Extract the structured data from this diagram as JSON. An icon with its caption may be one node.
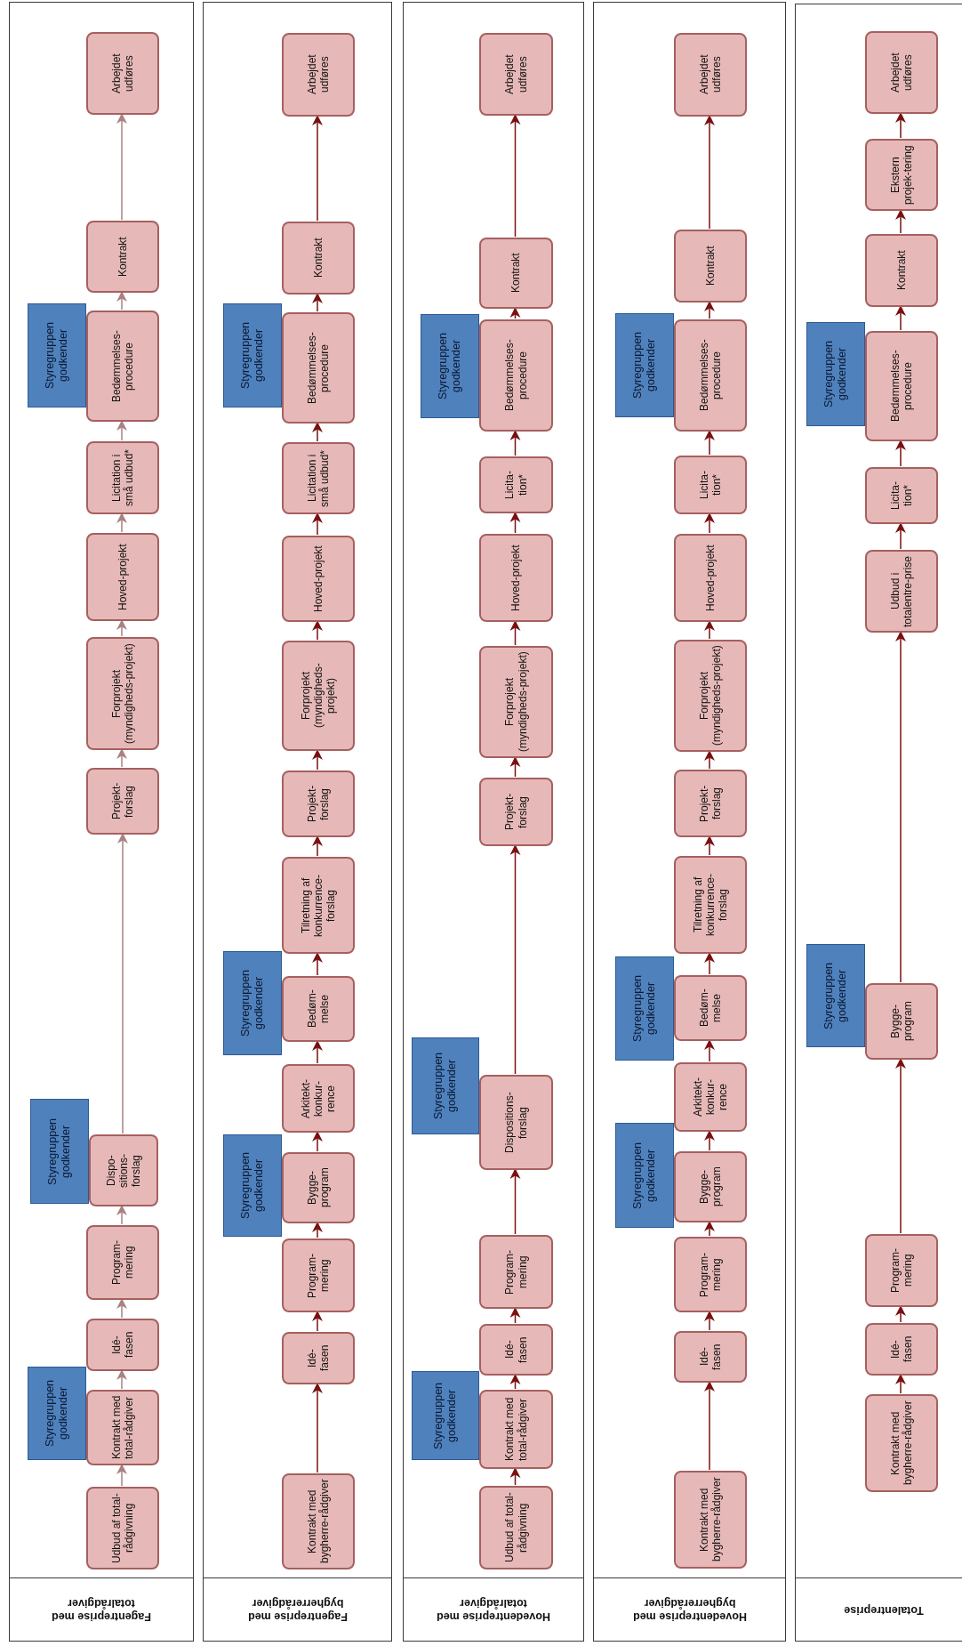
{
  "diagram": {
    "nodes": [
      {
        "text": [
          "Fagentreprise med totalrådgiver"
        ]
      },
      {
        "text": [
          "Udbud af total-rådgivning"
        ],
        "in": 0
      },
      {
        "text": [
          "Kontrakt med total-rådgiver"
        ],
        "in": 0
      },
      {
        "text": [
          "Styregruppen godkender"
        ],
        "in": 0
      },
      {
        "text": [
          "Idé-fasen"
        ],
        "in": 0
      },
      {
        "text": [
          "Program-mering"
        ],
        "in": 0
      },
      {
        "text": [
          "Dispo-sitions-forslag"
        ],
        "in": 0
      },
      {
        "text": [
          "Styregruppen godkender"
        ],
        "in": 0
      },
      {
        "text": [
          "Projekt-forslag"
        ],
        "in": 0
      },
      {
        "text": [
          "Forprojekt (myndigheds-projekt)"
        ],
        "in": 0
      },
      {
        "text": [
          "Hoved-projekt"
        ],
        "in": 0
      },
      {
        "text": [
          "Licitation i små udbud*"
        ],
        "in": 0
      },
      {
        "text": [
          "Bedømmelses-procedure"
        ],
        "in": 0
      },
      {
        "text": [
          "Styregruppen godkender"
        ],
        "in": 0
      },
      {
        "text": [
          "Kontrakt"
        ],
        "in": 0
      },
      {
        "text": [
          "Arbejdet udføres"
        ],
        "in": 0
      },
      {
        "text": [
          "Fagentreprise med bygherrerådgiver"
        ]
      },
      {
        "text": [
          "Kontrakt med bygherre-rådgiver"
        ],
        "in": 16
      },
      {
        "text": [
          "Idé-fasen"
        ],
        "in": 16
      },
      {
        "text": [
          "Program-mering"
        ],
        "in": 16
      },
      {
        "text": [
          "Bygge-program"
        ],
        "in": 16
      },
      {
        "text": [
          "Styregruppen godkender"
        ],
        "in": 16
      },
      {
        "text": [
          "Arkitekt-konkur-rence"
        ],
        "in": 16
      },
      {
        "text": [
          "Bedøm-melse"
        ],
        "in": 16
      },
      {
        "text": [
          "Styregruppen godkender"
        ],
        "in": 16
      },
      {
        "text": [
          "Tilretning af konkurrence-forslag"
        ],
        "in": 16
      },
      {
        "text": [
          "Projekt-forslag"
        ],
        "in": 16
      },
      {
        "text": [
          "Forprojekt (myndigheds-projekt)"
        ],
        "in": 16
      },
      {
        "text": [
          "Hoved-projekt"
        ],
        "in": 16
      },
      {
        "text": [
          "Licitation i små udbud*"
        ],
        "in": 16
      },
      {
        "text": [
          "Bedømmelses-procedure"
        ],
        "in": 16
      },
      {
        "text": [
          "Styregruppen godkender"
        ],
        "in": 16
      },
      {
        "text": [
          "Kontrakt"
        ],
        "in": 16
      },
      {
        "text": [
          "Arbejdet udføres"
        ],
        "in": 16
      },
      {
        "text": [
          "Hovedentreprise med totalrådgiver"
        ]
      },
      {
        "text": [
          "Udbud af total-rådgivning"
        ],
        "in": 34
      },
      {
        "text": [
          "Kontrakt med total-rådgiver"
        ],
        "in": 34
      },
      {
        "text": [
          "Styregruppen godkender"
        ],
        "in": 34
      },
      {
        "text": [
          "Idé-fasen"
        ],
        "in": 34
      },
      {
        "text": [
          "Program-mering"
        ],
        "in": 34
      },
      {
        "text": [
          "Dispositions-forslag"
        ],
        "in": 34
      },
      {
        "text": [
          "Styregruppen godkender"
        ],
        "in": 34
      },
      {
        "text": [
          "Projekt-forslag"
        ],
        "in": 34
      },
      {
        "text": [
          "Forprojekt (myndigheds-projekt)"
        ],
        "in": 34
      },
      {
        "text": [
          "Hoved-projekt"
        ],
        "in": 34
      },
      {
        "text": [
          "Licita-tion*"
        ],
        "in": 34
      },
      {
        "text": [
          "Bedømmelses-procedure"
        ],
        "in": 34
      },
      {
        "text": [
          "Styregruppen godkender"
        ],
        "in": 34
      },
      {
        "text": [
          "Kontrakt"
        ],
        "in": 34
      },
      {
        "text": [
          "Arbejdet udføres"
        ],
        "in": 34
      },
      {
        "text": [
          "Hovedentreprise med bygherrerådgiver"
        ]
      },
      {
        "text": [
          "Kontrakt med bygherre-rådgiver"
        ],
        "in": 50
      },
      {
        "text": [
          "Idé-fasen"
        ],
        "in": 50
      },
      {
        "text": [
          "Program-mering"
        ],
        "in": 50
      },
      {
        "text": [
          "Bygge-program"
        ],
        "in": 50
      },
      {
        "text": [
          "Styregruppen godkender"
        ],
        "in": 50
      },
      {
        "text": [
          "Arkitekt-konkur-rence"
        ],
        "in": 50
      },
      {
        "text": [
          "Bedøm-melse"
        ],
        "in": 50
      },
      {
        "text": [
          "Styregruppen godkender"
        ],
        "in": 50
      },
      {
        "text": [
          "Tilretning af konkurrence-forslag"
        ],
        "in": 50
      },
      {
        "text": [
          "Projekt-forslag"
        ],
        "in": 50
      },
      {
        "text": [
          "Forprojekt (myndigheds-projekt)"
        ],
        "in": 50
      },
      {
        "text": [
          "Hoved-projekt"
        ],
        "in": 50
      },
      {
        "text": [
          "Licita-tion*"
        ],
        "in": 50
      },
      {
        "text": [
          "Bedømmelses-procedure"
        ],
        "in": 50
      },
      {
        "text": [
          "Styregruppen godkender"
        ],
        "in": 50
      },
      {
        "text": [
          "Kontrakt"
        ],
        "in": 50
      },
      {
        "text": [
          "Arbejdet udføres"
        ],
        "in": 50
      },
      {
        "text": [
          "Totalentreprise"
        ]
      },
      {
        "text": [
          "Kontrakt med bygherre-rådgiver"
        ],
        "in": 68
      },
      {
        "text": [
          "Idé-fasen"
        ],
        "in": 68
      },
      {
        "text": [
          "Program-mering"
        ],
        "in": 68
      },
      {
        "text": [
          "Bygge-program"
        ],
        "in": 68
      },
      {
        "text": [
          "Styregruppen godkender"
        ],
        "in": 68
      },
      {
        "text": [
          "Udbud i totalentre-prise"
        ],
        "in": 68
      },
      {
        "text": [
          "Licita-tion*"
        ],
        "in": 68
      },
      {
        "text": [
          "Bedømmelses-procedure"
        ],
        "in": 68
      },
      {
        "text": [
          "Styregruppen godkender"
        ],
        "in": 68
      },
      {
        "text": [
          "Kontrakt"
        ],
        "in": 68
      },
      {
        "text": [
          "Ekstern projek-tering"
        ],
        "in": 68
      },
      {
        "text": [
          "Arbejdet udføres"
        ],
        "in": 68
      }
    ],
    "edges": [
      {
        "from": 1,
        "to": 2,
        "arrow": "to",
        "color": "#a88282"
      },
      {
        "from": 2,
        "to": 4,
        "arrow": "to",
        "color": "#a88282"
      },
      {
        "from": 4,
        "to": 5,
        "arrow": "to",
        "color": "#a88282"
      },
      {
        "from": 5,
        "to": 6,
        "arrow": "to",
        "color": "#a88282"
      },
      {
        "from": 6,
        "to": 8,
        "arrow": "to",
        "color": "#a88282"
      },
      {
        "from": 8,
        "to": 9,
        "arrow": "to",
        "color": "#a88282"
      },
      {
        "from": 9,
        "to": 10,
        "arrow": "to",
        "color": "#a88282"
      },
      {
        "from": 10,
        "to": 11,
        "arrow": "to",
        "color": "#a88282"
      },
      {
        "from": 11,
        "to": 12,
        "arrow": "to",
        "color": "#a88282"
      },
      {
        "from": 12,
        "to": 14,
        "arrow": "to",
        "color": "#a88282"
      },
      {
        "from": 14,
        "to": 15,
        "arrow": "to",
        "color": "#a88282"
      },
      {
        "from": 17,
        "to": 18,
        "arrow": "to"
      },
      {
        "from": 18,
        "to": 19,
        "arrow": "to"
      },
      {
        "from": 19,
        "to": 20,
        "arrow": "to"
      },
      {
        "from": 20,
        "to": 22,
        "arrow": "to"
      },
      {
        "from": 22,
        "to": 23,
        "arrow": "to"
      },
      {
        "from": 23,
        "to": 25,
        "arrow": "to"
      },
      {
        "from": 25,
        "to": 26,
        "arrow": "to"
      },
      {
        "from": 26,
        "to": 27,
        "arrow": "to"
      },
      {
        "from": 27,
        "to": 28,
        "arrow": "to"
      },
      {
        "from": 28,
        "to": 29,
        "arrow": "to"
      },
      {
        "from": 29,
        "to": 30,
        "arrow": "to"
      },
      {
        "from": 30,
        "to": 32,
        "arrow": "to"
      },
      {
        "from": 32,
        "to": 33,
        "arrow": "to"
      },
      {
        "from": 35,
        "to": 36,
        "arrow": "to"
      },
      {
        "from": 36,
        "to": 38,
        "arrow": "to"
      },
      {
        "from": 38,
        "to": 39,
        "arrow": "to"
      },
      {
        "from": 39,
        "to": 40,
        "arrow": "to"
      },
      {
        "from": 40,
        "to": 42,
        "arrow": "to"
      },
      {
        "from": 42,
        "to": 43,
        "arrow": "to"
      },
      {
        "from": 43,
        "to": 44,
        "arrow": "to"
      },
      {
        "from": 44,
        "to": 45,
        "arrow": "to"
      },
      {
        "from": 45,
        "to": 46,
        "arrow": "to"
      },
      {
        "from": 46,
        "to": 48,
        "arrow": "to"
      },
      {
        "from": 48,
        "to": 49,
        "arrow": "to"
      },
      {
        "from": 51,
        "to": 52,
        "arrow": "to"
      },
      {
        "from": 52,
        "to": 53,
        "arrow": "to"
      },
      {
        "from": 53,
        "to": 54,
        "arrow": "to"
      },
      {
        "from": 54,
        "to": 56,
        "arrow": "to"
      },
      {
        "from": 56,
        "to": 57,
        "arrow": "to"
      },
      {
        "from": 57,
        "to": 59,
        "arrow": "to"
      },
      {
        "from": 59,
        "to": 60,
        "arrow": "to"
      },
      {
        "from": 60,
        "to": 61,
        "arrow": "to"
      },
      {
        "from": 61,
        "to": 62,
        "arrow": "to"
      },
      {
        "from": 62,
        "to": 63,
        "arrow": "to"
      },
      {
        "from": 63,
        "to": 64,
        "arrow": "to"
      },
      {
        "from": 64,
        "to": 66,
        "arrow": "to"
      },
      {
        "from": 66,
        "to": 67,
        "arrow": "to"
      },
      {
        "from": 69,
        "to": 70,
        "arrow": "to"
      },
      {
        "from": 70,
        "to": 71,
        "arrow": "to"
      },
      {
        "from": 71,
        "to": 72,
        "arrow": "to"
      },
      {
        "from": 72,
        "to": 74,
        "arrow": "to"
      },
      {
        "from": 74,
        "to": 75,
        "arrow": "to"
      },
      {
        "from": 75,
        "to": 76,
        "arrow": "to"
      },
      {
        "from": 76,
        "to": 78,
        "arrow": "to"
      },
      {
        "from": 78,
        "to": 79,
        "arrow": "to"
      },
      {
        "from": 79,
        "to": 80,
        "arrow": "to"
      }
    ]
  }
}
